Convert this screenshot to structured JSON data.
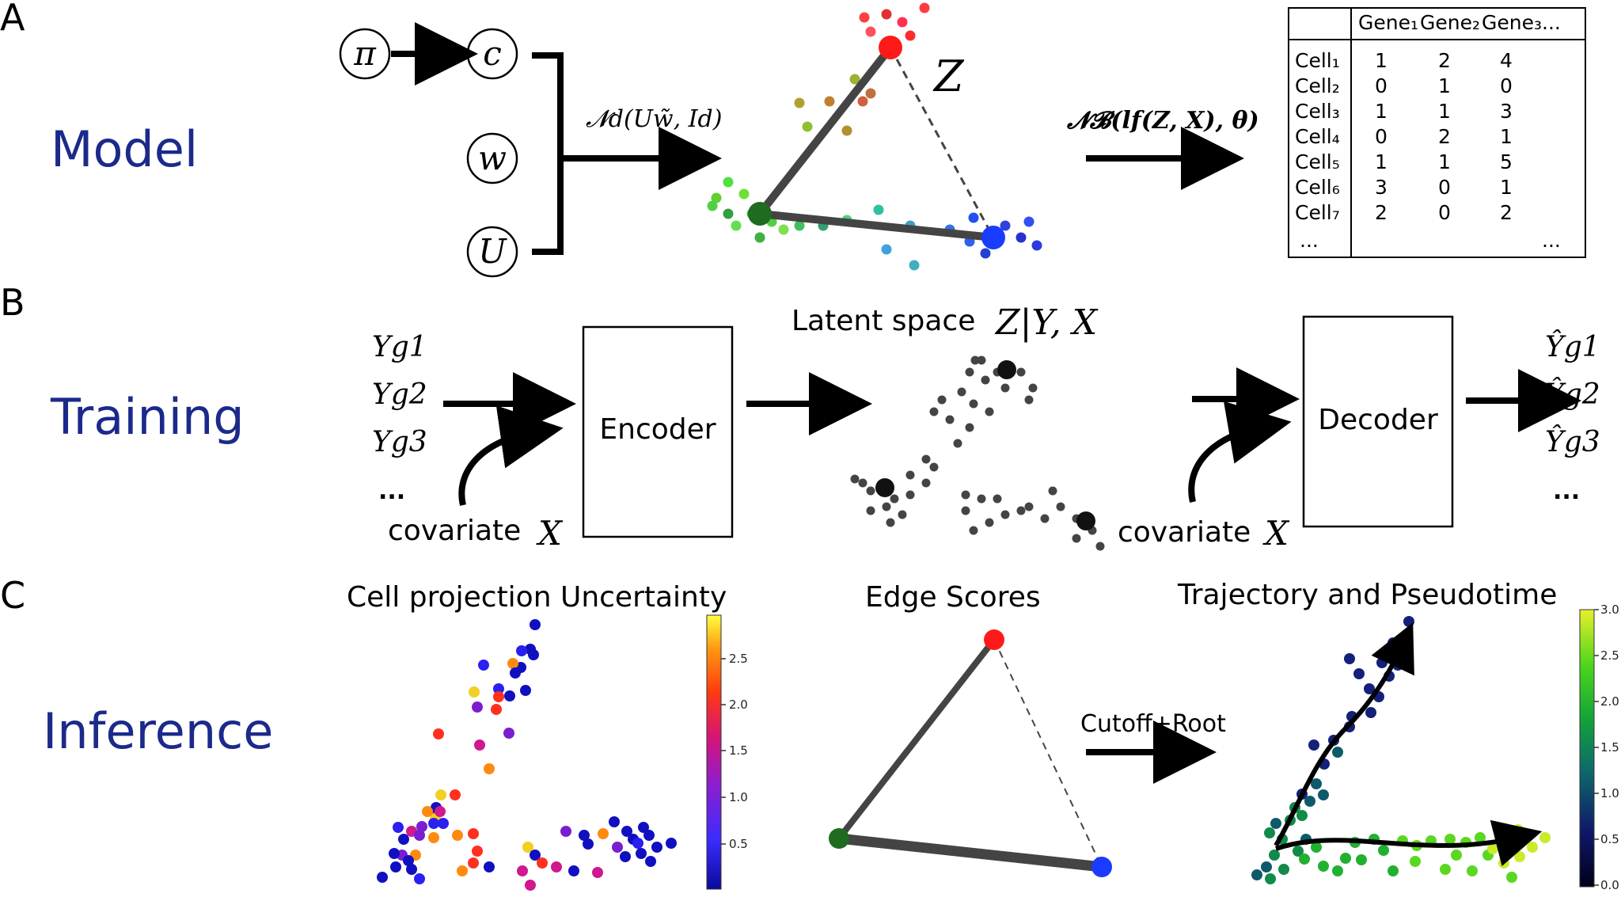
{
  "panels": {
    "a": "A",
    "b": "B",
    "c": "C"
  },
  "sections": {
    "model": "Model",
    "training": "Training",
    "inference": "Inference"
  },
  "model": {
    "nodes": {
      "pi": "π",
      "c": "c",
      "w": "w",
      "u": "U"
    },
    "formula_latent": "𝓝d(Uw̃, Id)",
    "latent_symbol": "Z",
    "formula_count": "𝓝𝓑(lf(Z, X), θ)",
    "count_table": {
      "header": [
        "Gene₁",
        "Gene₂",
        "Gene₃..."
      ],
      "rows": [
        {
          "cell": "Cell₁",
          "values": [
            "1",
            "2",
            "4"
          ]
        },
        {
          "cell": "Cell₂",
          "values": [
            "0",
            "1",
            "0"
          ]
        },
        {
          "cell": "Cell₃",
          "values": [
            "1",
            "1",
            "3"
          ]
        },
        {
          "cell": "Cell₄",
          "values": [
            "0",
            "2",
            "1"
          ]
        },
        {
          "cell": "Cell₅",
          "values": [
            "1",
            "1",
            "5"
          ]
        },
        {
          "cell": "Cell₆",
          "values": [
            "3",
            "0",
            "1"
          ]
        },
        {
          "cell": "Cell₇",
          "values": [
            "2",
            "0",
            "2"
          ]
        }
      ],
      "ellipsis_left": "...",
      "ellipsis_right": "..."
    }
  },
  "training": {
    "inputs": [
      "Yg1",
      "Yg2",
      "Yg3",
      "..."
    ],
    "covariate_left": "covariate",
    "covariate_symbol": "X",
    "encoder": "Encoder",
    "latent_title": "Latent space",
    "latent_formula": "Z|Y, X",
    "covariate_right": "covariate",
    "decoder": "Decoder",
    "outputs": [
      "Ŷg1",
      "Ŷg2",
      "Ŷg3",
      "..."
    ]
  },
  "inference": {
    "uncertainty_title": "Cell projection Uncertainty",
    "uncertainty_ticks": [
      "2.5",
      "2.0",
      "1.5",
      "1.0",
      "0.5"
    ],
    "edge_title": "Edge Scores",
    "cutoff_label": "Cutoff+Root",
    "trajectory_title": "Trajectory and Pseudotime",
    "pseudotime_ticks": [
      "3.0",
      "2.5",
      "2.0",
      "1.5",
      "1.0",
      "0.5",
      "0.0"
    ]
  },
  "colors": {
    "section_label": "#1b2a8a",
    "milestone_red": "#ff1a1a",
    "milestone_green": "#1f6b1f",
    "milestone_blue": "#1a3cff",
    "edge_gray": "#444444"
  }
}
